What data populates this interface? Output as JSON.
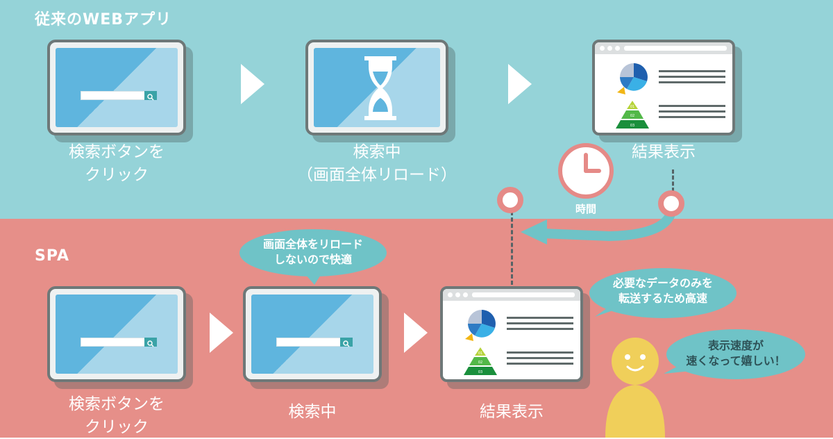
{
  "traditional": {
    "title": "従来のWEBアプリ",
    "step1_label": "検索ボタンを\nクリック",
    "step2_label": "検索中\n（画面全体リロード）",
    "step3_label": "結果表示"
  },
  "timer": {
    "label": "時間"
  },
  "spa": {
    "title": "SPA",
    "step1_label": "検索ボタンを\nクリック",
    "step2_label": "検索中",
    "step3_label": "結果表示"
  },
  "bubbles": {
    "reload": "画面全体をリロード\nしないので快適",
    "transfer": "必要なデータのみを\n転送するため高速",
    "speech": "表示速度が\n速くなって嬉しい！"
  },
  "pyramid_labels": [
    "01",
    "02",
    "03"
  ],
  "colors": {
    "top_band": "#95d3d8",
    "bottom_band": "#e68f89",
    "bubble": "#6fc3c7",
    "accent_ring": "#e58a87"
  },
  "icons": [
    "search-icon",
    "hourglass-icon",
    "clock-icon",
    "arrow-right-icon",
    "pie-chart-icon",
    "pyramid-chart-icon",
    "person-icon"
  ]
}
